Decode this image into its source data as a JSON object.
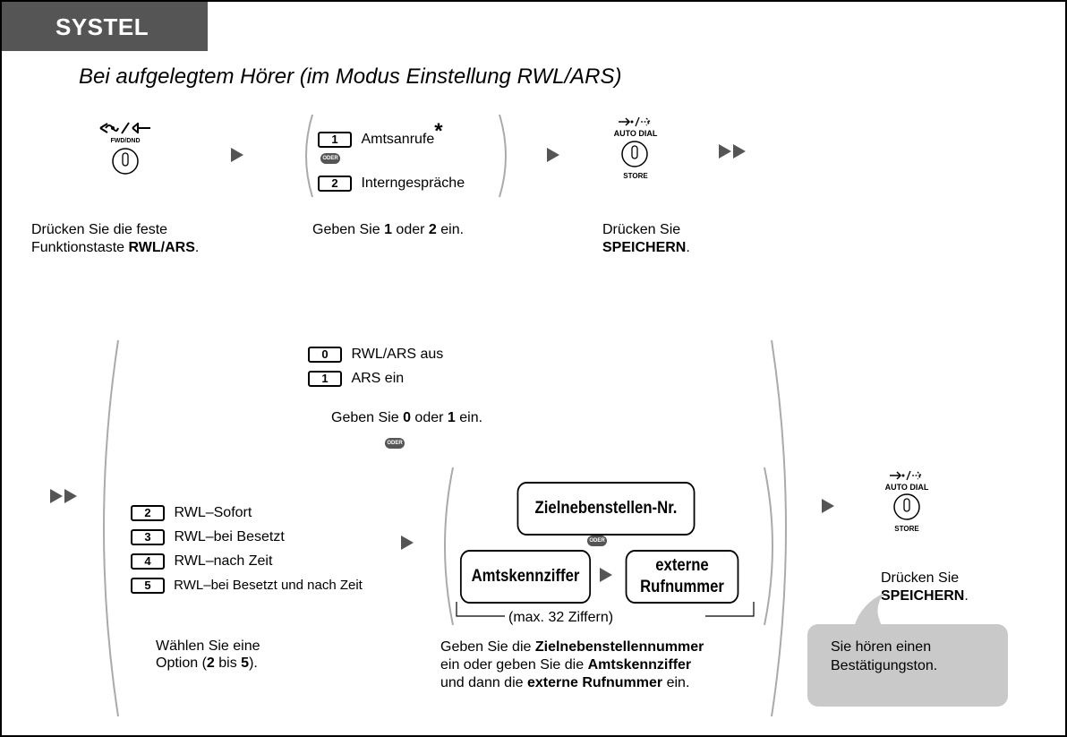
{
  "header": {
    "tab": "SYSTEL",
    "subtitle": "Bei aufgelegtem Hörer (im Modus Einstellung RWL/ARS)"
  },
  "oder": "ODER",
  "step1": {
    "button_label": "FWD/DND",
    "icon": "fwd-dnd-icon",
    "desc_line1": "Drücken Sie die feste",
    "desc_line2_prefix": "Funktionstaste ",
    "desc_line2_bold": "RWL/ARS",
    "desc_line2_suffix": "."
  },
  "step2": {
    "opt1_key": "1",
    "opt1_label": "Amtsanrufe",
    "opt1_star": "*",
    "opt2_key": "2",
    "opt2_label": "Interngespräche",
    "desc_prefix": "Geben Sie ",
    "desc_b1": "1",
    "desc_mid": " oder ",
    "desc_b2": "2",
    "desc_suffix": " ein."
  },
  "step3": {
    "top_label": "AUTO DIAL",
    "bottom_label": "STORE",
    "desc_line1": "Drücken Sie",
    "desc_line2_bold": "SPEICHERN",
    "desc_line2_suffix": "."
  },
  "step4": {
    "ars_options": [
      {
        "key": "0",
        "label": "RWL/ARS aus"
      },
      {
        "key": "1",
        "label": "ARS ein"
      }
    ],
    "ars_desc_prefix": "Geben Sie ",
    "ars_desc_b1": "0",
    "ars_desc_mid": " oder ",
    "ars_desc_b2": "1",
    "ars_desc_suffix": " ein.",
    "rwl_options": [
      {
        "key": "2",
        "label": "RWL–Sofort"
      },
      {
        "key": "3",
        "label": "RWL–bei Besetzt"
      },
      {
        "key": "4",
        "label": "RWL–nach Zeit"
      },
      {
        "key": "5",
        "label": "RWL–bei Besetzt und nach Zeit"
      }
    ],
    "rwl_desc_line1": "Wählen Sie eine",
    "rwl_desc_line2_prefix": "Option (",
    "rwl_desc_b1": "2",
    "rwl_desc_mid": " bis ",
    "rwl_desc_b2": "5",
    "rwl_desc_suffix": ").",
    "dest_box": "Zielnebenstellen-Nr.",
    "trunk_box": "Amtskennziffer",
    "ext_box_line1": "externe",
    "ext_box_line2": "Rufnummer",
    "max_digits": "(max. 32 Ziffern)",
    "dest_desc_line1_prefix": "Geben Sie die ",
    "dest_desc_line1_bold": "Zielnebenstellennummer",
    "dest_desc_line2_prefix": "ein oder geben Sie die ",
    "dest_desc_line2_bold": "Amtskennziffer",
    "dest_desc_line3_prefix": "und dann die ",
    "dest_desc_line3_bold": "externe Rufnummer",
    "dest_desc_line3_suffix": " ein."
  },
  "step5": {
    "top_label": "AUTO DIAL",
    "bottom_label": "STORE",
    "desc_line1": "Drücken Sie",
    "desc_line2_bold": "SPEICHERN",
    "desc_line2_suffix": ".",
    "bubble_line1": "Sie hören einen",
    "bubble_line2": "Bestätigungston."
  }
}
